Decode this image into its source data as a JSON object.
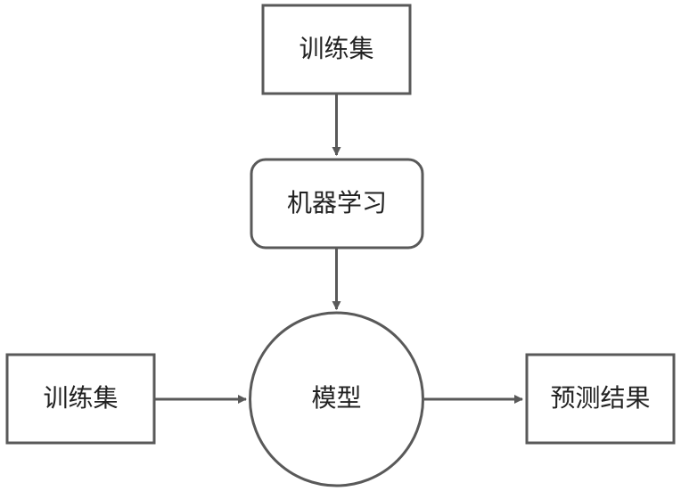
{
  "diagram": {
    "nodes": {
      "training_set_top": "训练集",
      "machine_learning": "机器学习",
      "model": "模型",
      "training_set_left": "训练集",
      "prediction_result": "预测结果"
    },
    "colors": {
      "stroke": "#595959",
      "text": "#222222",
      "background": "#ffffff"
    }
  }
}
